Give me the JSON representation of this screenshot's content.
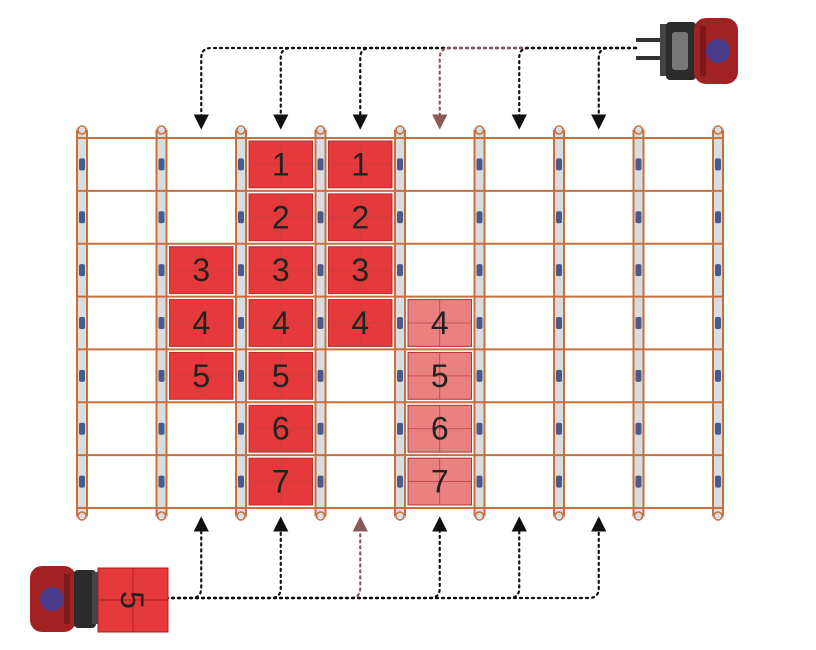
{
  "colors": {
    "frame": "#c8703c",
    "rail_dark": "#9aa0a8",
    "pallet_full": "#e5393b",
    "pallet_partial": "#e8817f",
    "arrow_main": "#111111",
    "arrow_alt": "#8a5a5a",
    "truck_body": "#a02222",
    "truck_dark": "#2a2a2a"
  },
  "lanes": [
    {
      "id": "lane-1",
      "pallets": []
    },
    {
      "id": "lane-2",
      "pallets": [
        {
          "label": "3",
          "row": 3,
          "shade": "full"
        },
        {
          "label": "4",
          "row": 4,
          "shade": "full"
        },
        {
          "label": "5",
          "row": 5,
          "shade": "full"
        }
      ]
    },
    {
      "id": "lane-3",
      "pallets": [
        {
          "label": "1",
          "row": 1,
          "shade": "full"
        },
        {
          "label": "2",
          "row": 2,
          "shade": "full"
        },
        {
          "label": "3",
          "row": 3,
          "shade": "full"
        },
        {
          "label": "4",
          "row": 4,
          "shade": "full"
        },
        {
          "label": "5",
          "row": 5,
          "shade": "full"
        },
        {
          "label": "6",
          "row": 6,
          "shade": "full"
        },
        {
          "label": "7",
          "row": 7,
          "shade": "full"
        }
      ]
    },
    {
      "id": "lane-4",
      "pallets": [
        {
          "label": "1",
          "row": 1,
          "shade": "full"
        },
        {
          "label": "2",
          "row": 2,
          "shade": "full"
        },
        {
          "label": "3",
          "row": 3,
          "shade": "full"
        },
        {
          "label": "4",
          "row": 4,
          "shade": "full"
        }
      ]
    },
    {
      "id": "lane-5",
      "pallets": [
        {
          "label": "4",
          "row": 4,
          "shade": "partial"
        },
        {
          "label": "5",
          "row": 5,
          "shade": "partial"
        },
        {
          "label": "6",
          "row": 6,
          "shade": "partial"
        },
        {
          "label": "7",
          "row": 7,
          "shade": "partial"
        }
      ]
    },
    {
      "id": "lane-6",
      "pallets": []
    },
    {
      "id": "lane-7",
      "pallets": []
    },
    {
      "id": "lane-8",
      "pallets": []
    }
  ],
  "forklift_bottom": {
    "load_label": "5"
  },
  "arrows_top": [
    {
      "lane": 2,
      "style": "main"
    },
    {
      "lane": 3,
      "style": "main"
    },
    {
      "lane": 4,
      "style": "main"
    },
    {
      "lane": 5,
      "style": "alt"
    },
    {
      "lane": 6,
      "style": "main"
    },
    {
      "lane": 7,
      "style": "main"
    }
  ],
  "arrows_bottom": [
    {
      "lane": 2,
      "style": "main"
    },
    {
      "lane": 3,
      "style": "main"
    },
    {
      "lane": 4,
      "style": "alt"
    },
    {
      "lane": 5,
      "style": "main"
    },
    {
      "lane": 6,
      "style": "main"
    },
    {
      "lane": 7,
      "style": "main"
    }
  ]
}
